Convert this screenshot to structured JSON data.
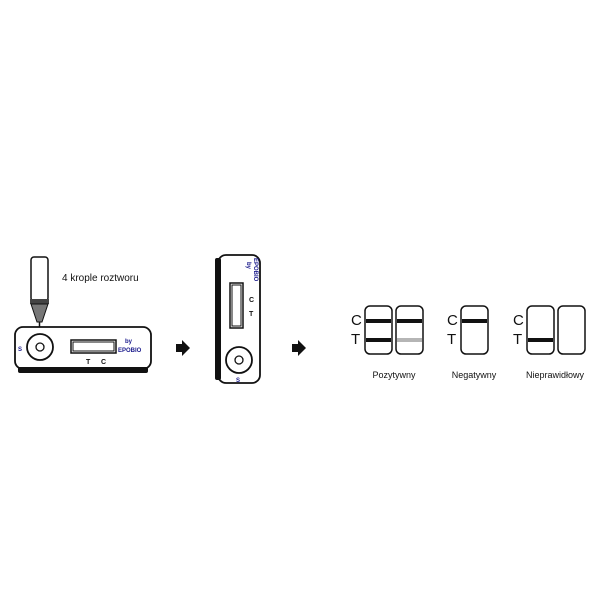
{
  "instruction": "4 krople roztworu",
  "cassette_marks": {
    "sample": "S",
    "control": "C",
    "test": "T",
    "brand_line1": "by",
    "brand_line2": "EPOBIO"
  },
  "results": [
    {
      "label": "Pozytywny",
      "c": "C",
      "t": "T"
    },
    {
      "label": "Negatywny",
      "c": "C",
      "t": "T"
    },
    {
      "label": "Nieprawidłowy",
      "c": "C",
      "t": "T"
    }
  ],
  "colors": {
    "ink": "#111111",
    "faint_line": "#b5b5b5",
    "marking_blue": "#1a1a8c"
  }
}
